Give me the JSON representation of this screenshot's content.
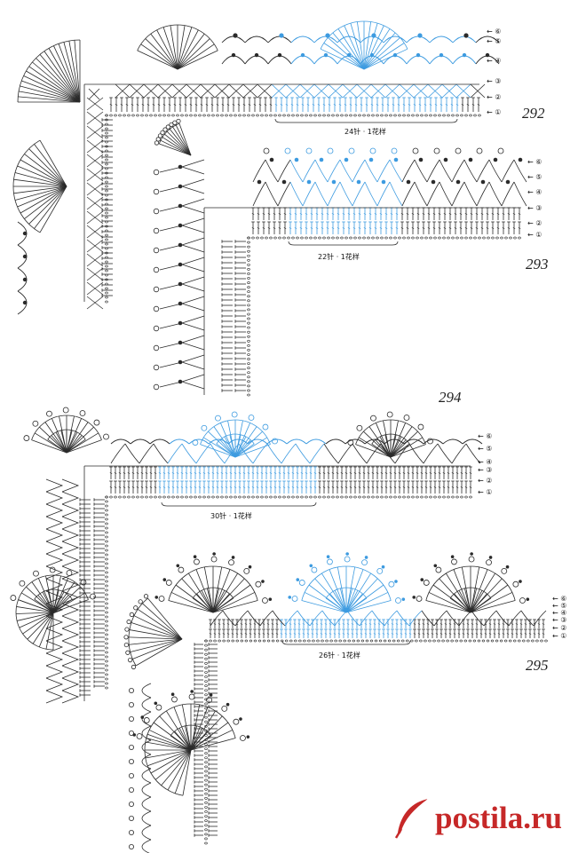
{
  "patterns": [
    {
      "number": "292",
      "repeat_label": "24针 · 1花样",
      "rows": [
        "⑥",
        "⑤",
        "④",
        "③",
        "②",
        "①"
      ]
    },
    {
      "number": "293",
      "repeat_label": "22针 · 1花样",
      "rows": [
        "⑥",
        "⑤",
        "④",
        "③",
        "②",
        "①"
      ]
    },
    {
      "number": "294",
      "repeat_label": "30针 · 1花样",
      "rows": [
        "⑥",
        "⑤",
        "④",
        "③",
        "②",
        "①"
      ]
    },
    {
      "number": "295",
      "repeat_label": "26针 · 1花样",
      "rows": [
        "⑥",
        "⑤",
        "④",
        "③",
        "②",
        "①"
      ]
    }
  ],
  "colors": {
    "ink": "#2a2a2a",
    "highlight": "#3d9be0",
    "watermark": "#c62828"
  },
  "watermark": {
    "text": "postila.ru",
    "icon": "feather-quill-icon"
  }
}
